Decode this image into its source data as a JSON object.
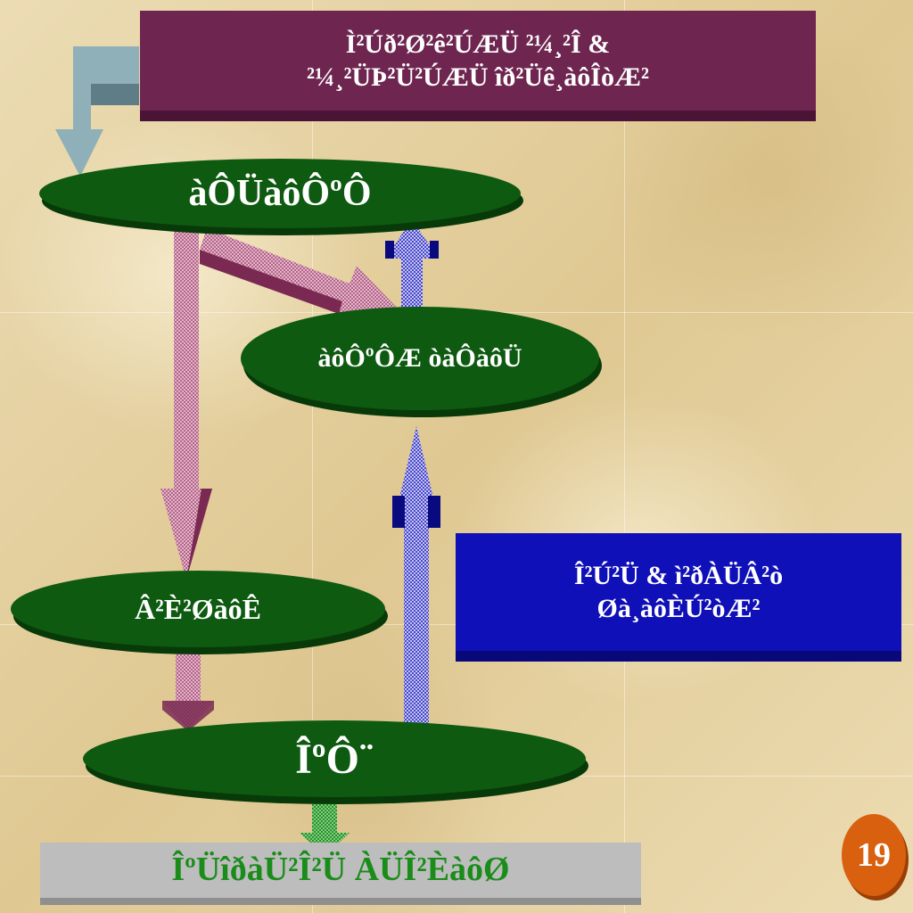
{
  "slide": {
    "title_line1": "Ì²Úð²Ø²ê²ÚÆÜ ²¼¸²Î &",
    "title_line2": "²¼¸²ÜÞ²Ü²ÚÆÜ îð²Üê¸àôÎòÆ²",
    "page_number": "19"
  },
  "nodes": {
    "n1": "àÔÜàôÔºÔ",
    "n2": "àôÔºÔÆ òàÔàôÜ",
    "n3": "Â²È²ØàôÊ",
    "n4": "ÎºÔ¨"
  },
  "info_box": {
    "line1": "Î²Ú²Ü  & ì²ðÀÜÂ²ò",
    "line2": "Øà¸àôÈÚ²òÆ²"
  },
  "footer": {
    "label": "ÎºÜîðàÜ²Î²Ü ÀÜÎ²ÈàôØ"
  },
  "colors": {
    "title_bg": "#6e2650",
    "node_fill": "#0e5a10",
    "info_bg": "#1010b8",
    "footer_bg": "#bdbdbd",
    "footer_text": "#1a8c1a",
    "badge_bg": "#d9600e",
    "arrow_pink": "#c98aa8",
    "arrow_blue": "#6f6fd8",
    "arrow_grey": "#8fb0b8"
  }
}
